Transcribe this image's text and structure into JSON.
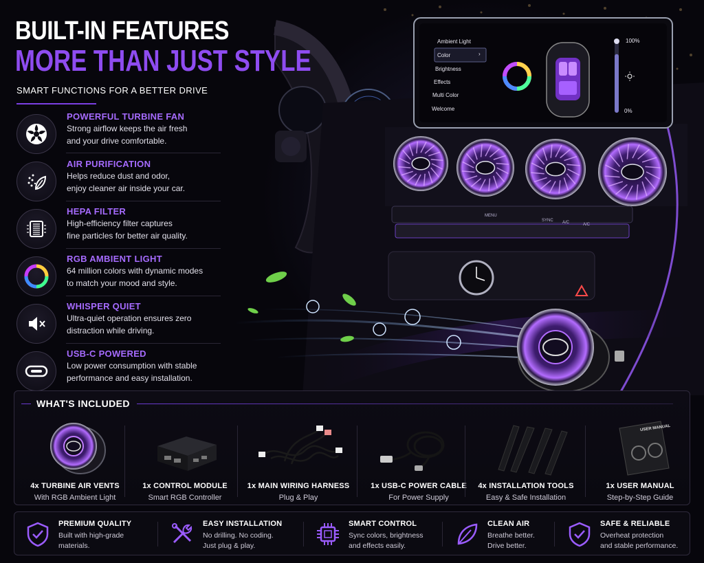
{
  "header": {
    "title_line1": "BUILT-IN FEATURES",
    "title_line2": "MORE THAN JUST STYLE",
    "subtitle": "SMART FUNCTIONS FOR A BETTER DRIVE"
  },
  "features": [
    {
      "icon": "turbine-fan-icon",
      "title": "POWERFUL TURBINE FAN",
      "line1": "Strong airflow keeps the air fresh",
      "line2": "and your drive comfortable."
    },
    {
      "icon": "air-purification-icon",
      "title": "AIR PURIFICATION",
      "line1": "Helps reduce dust and odor,",
      "line2": "enjoy cleaner air inside your car."
    },
    {
      "icon": "hepa-filter-icon",
      "title": "HEPA FILTER",
      "line1": "High-efficiency filter captures",
      "line2": "fine particles for better air quality."
    },
    {
      "icon": "rgb-ring-icon",
      "title": "RGB AMBIENT LIGHT",
      "line1": "64 million colors with dynamic modes",
      "line2": "to match your mood and style."
    },
    {
      "icon": "speaker-mute-icon",
      "title": "WHISPER QUIET",
      "line1": "Ultra-quiet operation ensures zero",
      "line2": "distraction while driving."
    },
    {
      "icon": "usb-c-icon",
      "title": "USB-C POWERED",
      "line1": "Low power consumption with stable",
      "line2": "performance and easy installation."
    }
  ],
  "screen": {
    "menu": [
      "Ambient Light",
      "Color",
      "Brightness",
      "Effects",
      "Multi Color",
      "Welcome"
    ],
    "selected": "Color",
    "level_max": "100%",
    "level_min": "0%",
    "brightness_fraction": 0.82
  },
  "console": {
    "labels": [
      "MENU",
      "SYNC",
      "A/C",
      "A/C"
    ]
  },
  "included": {
    "title": "WHAT'S INCLUDED",
    "items": [
      {
        "name": "4x TURBINE AIR VENTS",
        "sub": "With RGB Ambient Light",
        "icon": "air-vent-icon"
      },
      {
        "name": "1x CONTROL MODULE",
        "sub": "Smart RGB Controller",
        "icon": "control-module-icon"
      },
      {
        "name": "1x MAIN WIRING HARNESS",
        "sub": "Plug & Play",
        "icon": "wiring-harness-icon"
      },
      {
        "name": "1x USB-C POWER CABLE",
        "sub": "For Power Supply",
        "icon": "usb-cable-icon"
      },
      {
        "name": "4x INSTALLATION TOOLS",
        "sub": "Easy & Safe Installation",
        "icon": "pry-tools-icon"
      },
      {
        "name": "1x USER MANUAL",
        "sub": "Step-by-Step Guide",
        "icon": "manual-icon",
        "cover_text": "USER MANUAL"
      }
    ]
  },
  "bottom": [
    {
      "icon": "shield-check-icon",
      "title": "PREMIUM QUALITY",
      "line1": "Built with high-grade",
      "line2": "materials."
    },
    {
      "icon": "tools-icon",
      "title": "EASY INSTALLATION",
      "line1": "No drilling. No coding.",
      "line2": "Just plug & play."
    },
    {
      "icon": "chip-icon",
      "title": "SMART CONTROL",
      "line1": "Sync colors, brightness",
      "line2": "and effects easily."
    },
    {
      "icon": "leaf-icon",
      "title": "CLEAN AIR",
      "line1": "Breathe better.",
      "line2": "Drive better."
    },
    {
      "icon": "shield-check-icon",
      "title": "SAFE & RELIABLE",
      "line1": "Overheat protection",
      "line2": "and stable performance."
    }
  ],
  "colors": {
    "accent": "#8e4cf0",
    "accent_light": "#a66bff",
    "background": "#07060c",
    "glow": "#c17cff"
  }
}
